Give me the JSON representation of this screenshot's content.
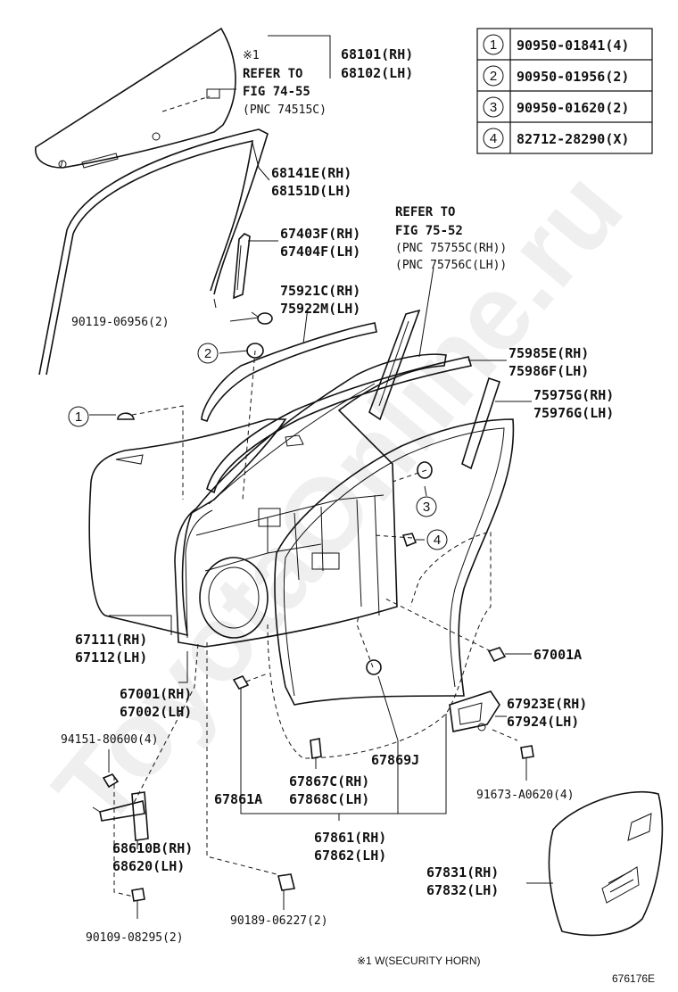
{
  "watermark": "ToyotaOnline.ru",
  "figure_id": "676176E",
  "footnote": "※1 W(SECURITY HORN)",
  "glass_ref": {
    "mark": "※1",
    "line1": "REFER TO",
    "line2": "FIG 74-55",
    "line3": "(PNC 74515C)"
  },
  "weatherstrip_ref": {
    "line1": "REFER TO",
    "line2": "FIG 75-52",
    "line3": "(PNC 75755C(RH))",
    "line4": "(PNC 75756C(LH))"
  },
  "fastener_table": [
    {
      "num": "1",
      "part": "90950-01841(4)"
    },
    {
      "num": "2",
      "part": "90950-01956(2)"
    },
    {
      "num": "3",
      "part": "90950-01620(2)"
    },
    {
      "num": "4",
      "part": "82712-28290(X)"
    }
  ],
  "callout_numbers": {
    "c1": "1",
    "c2": "2",
    "c3": "3",
    "c4": "4"
  },
  "labels": {
    "p68101": "68101(RH)",
    "p68102": "68102(LH)",
    "p68141": "68141E(RH)",
    "p68151": "68151D(LH)",
    "p67403": "67403F(RH)",
    "p67404": "67404F(LH)",
    "p75921": "75921C(RH)",
    "p75922": "75922M(LH)",
    "p90119": "90119-06956(2)",
    "p75985": "75985E(RH)",
    "p75986": "75986F(LH)",
    "p75975": "75975G(RH)",
    "p75976": "75976G(LH)",
    "p67111": "67111(RH)",
    "p67112": "67112(LH)",
    "p67001": "67001(RH)",
    "p67002": "67002(LH)",
    "p67001a": "67001A",
    "p67923": "67923E(RH)",
    "p67924": "67924(LH)",
    "p94151": "94151-80600(4)",
    "p67869": "67869J",
    "p67867": "67867C(RH)",
    "p67868": "67868C(LH)",
    "p67861a": "67861A",
    "p91673": "91673-A0620(4)",
    "p68610": "68610B(RH)",
    "p68620": "68620(LH)",
    "p67861": "67861(RH)",
    "p67862": "67862(LH)",
    "p67831": "67831(RH)",
    "p67832": "67832(LH)",
    "p90109": "90109-08295(2)",
    "p90189": "90189-06227(2)"
  }
}
